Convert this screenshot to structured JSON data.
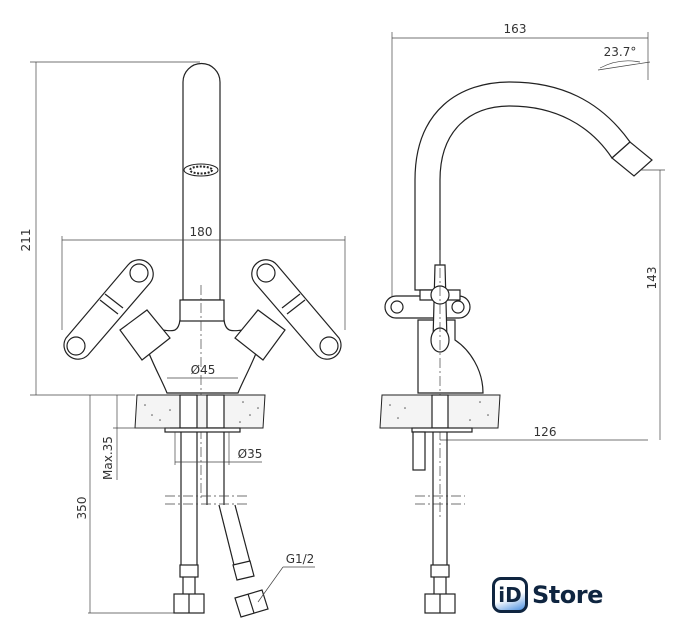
{
  "dimensions": {
    "front_height": "211",
    "handle_span": "180",
    "base_diameter": "Ø45",
    "hole_diameter": "Ø35",
    "max_counter_thickness": "Max.35",
    "hose_length": "350",
    "thread": "G1/2",
    "spout_reach": "163",
    "spout_angle": "23.7°",
    "spout_height": "143",
    "outlet_reach": "126"
  },
  "logo": {
    "mark": "iD",
    "text": "Store",
    "brand_color": "#0f2540",
    "accent_color": "#4a8fe0"
  }
}
